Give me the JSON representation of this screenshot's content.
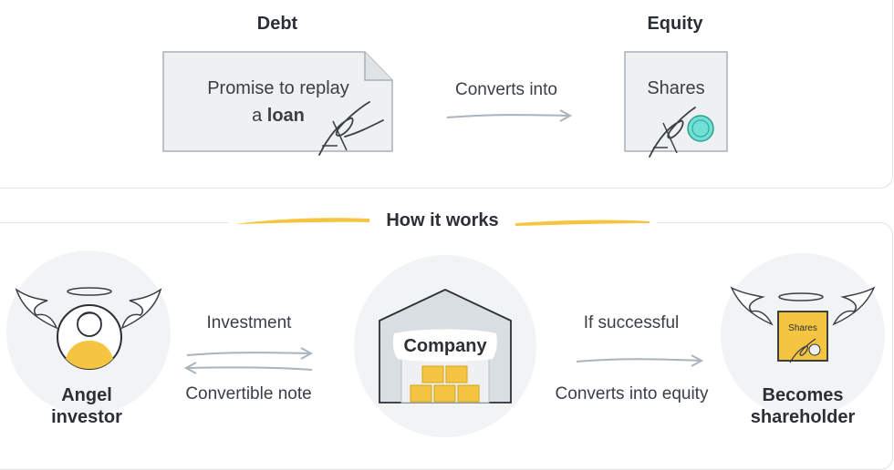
{
  "top": {
    "debt_title": "Debt",
    "equity_title": "Equity",
    "debt_doc_line1": "Promise to replay",
    "debt_doc_line2_prefix": "a ",
    "debt_doc_line2_bold": "loan",
    "arrow_label": "Converts into",
    "shares_label": "Shares"
  },
  "bottom": {
    "section_title": "How it works",
    "angel_line1": "Angel",
    "angel_line2": "investor",
    "investment_label": "Investment",
    "note_label": "Convertible note",
    "company_label": "Company",
    "if_successful_label": "If successful",
    "converts_equity_label": "Converts into equity",
    "shareholder_line1": "Becomes",
    "shareholder_line2": "shareholder",
    "mini_shares_label": "Shares"
  },
  "colors": {
    "accent_yellow": "#f5c542",
    "accent_teal": "#6fe0d3",
    "panel_border": "#dfe3e6",
    "doc_fill": "#eef0f1",
    "arrow_gray": "#aab4bd"
  },
  "icons": [
    "signature-icon",
    "angel-wings-icon",
    "halo-icon",
    "warehouse-icon",
    "teal-seal-icon"
  ]
}
